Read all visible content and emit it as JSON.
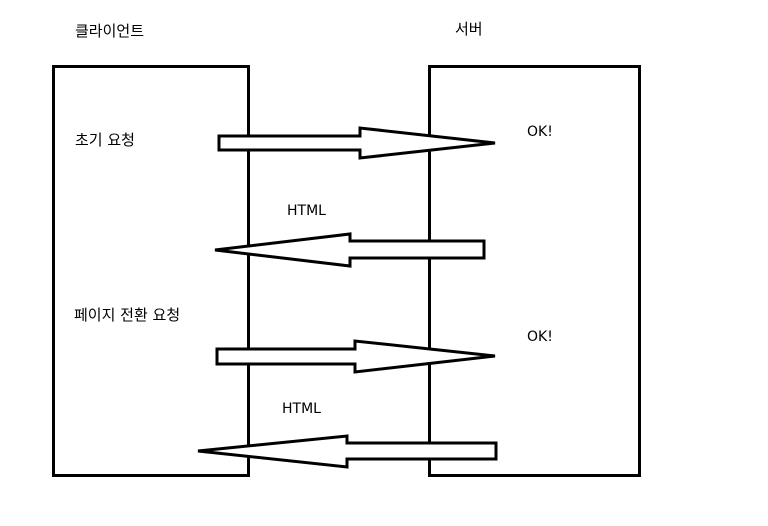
{
  "client": {
    "title": "클라이언트"
  },
  "server": {
    "title": "서버"
  },
  "requests": {
    "initial": "초기 요청",
    "page_change": "페이지 전환 요청"
  },
  "responses": {
    "ok_1": "OK!",
    "html_1": "HTML",
    "ok_2": "OK!",
    "html_2": "HTML"
  }
}
